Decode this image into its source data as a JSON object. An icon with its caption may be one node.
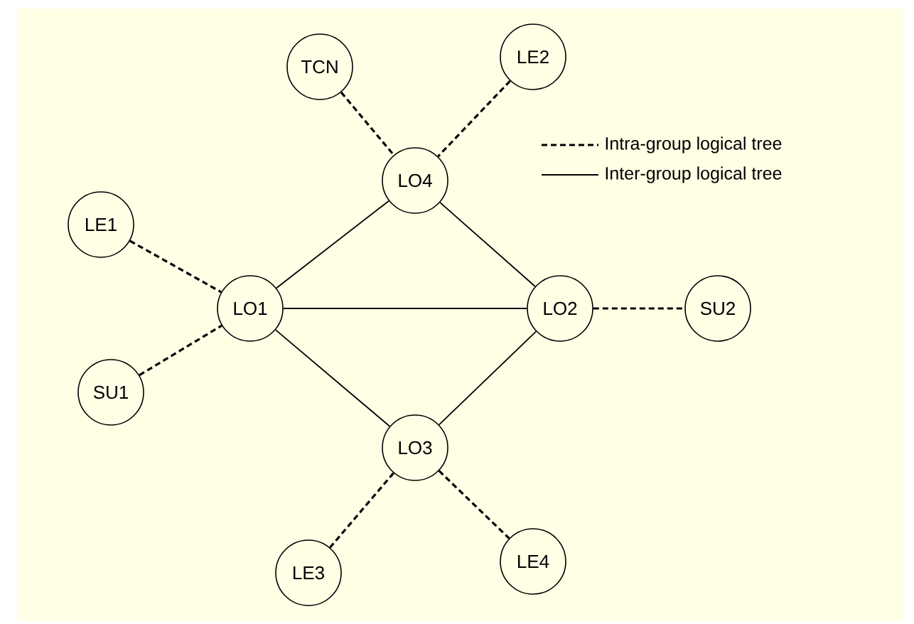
{
  "diagram": {
    "nodes": [
      {
        "text": [
          "TCN"
        ]
      },
      {
        "text": [
          "LE2"
        ]
      },
      {
        "text": [
          "LO4"
        ]
      },
      {
        "text": [
          "LE1"
        ]
      },
      {
        "text": [
          "LO1"
        ]
      },
      {
        "text": [
          "LO2"
        ]
      },
      {
        "text": [
          "SU2"
        ]
      },
      {
        "text": [
          "SU1"
        ]
      },
      {
        "text": [
          "LO3"
        ]
      },
      {
        "text": [
          "LE3"
        ]
      },
      {
        "text": [
          "LE4"
        ]
      }
    ],
    "edges": [
      {
        "from": 0,
        "to": 2,
        "arrow": "none",
        "style": "dashed"
      },
      {
        "from": 1,
        "to": 2,
        "arrow": "none",
        "style": "dashed"
      },
      {
        "from": 3,
        "to": 4,
        "arrow": "none",
        "style": "dashed"
      },
      {
        "from": 7,
        "to": 4,
        "arrow": "none",
        "style": "dashed"
      },
      {
        "from": 5,
        "to": 6,
        "arrow": "none",
        "style": "dashed"
      },
      {
        "from": 8,
        "to": 9,
        "arrow": "none",
        "style": "dashed"
      },
      {
        "from": 8,
        "to": 10,
        "arrow": "none",
        "style": "dashed"
      },
      {
        "from": 4,
        "to": 2,
        "arrow": "none"
      },
      {
        "from": 2,
        "to": 5,
        "arrow": "none"
      },
      {
        "from": 4,
        "to": 5,
        "arrow": "none"
      },
      {
        "from": 4,
        "to": 8,
        "arrow": "none"
      },
      {
        "from": 8,
        "to": 5,
        "arrow": "none"
      }
    ],
    "legend": [
      {
        "text": "Intra-group logical tree"
      },
      {
        "text": "Inter-group logical tree"
      }
    ]
  }
}
